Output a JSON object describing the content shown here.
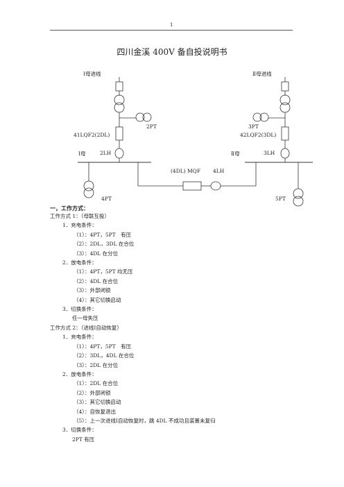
{
  "header": {
    "page_number": "1"
  },
  "title": "四川金溪 400V 备自投说明书",
  "diagram": {
    "incoming_1": "Ⅰ母进线",
    "incoming_2": "Ⅱ母进线",
    "pt_2": "2PT",
    "pt_3": "3PT",
    "breaker_1": "41LQF2(2DL)",
    "breaker_2": "42LQF2(3DL)",
    "bus_1": "Ⅰ母",
    "bus_2": "Ⅱ母",
    "ct_2": "2LH",
    "ct_3": "3LH",
    "tie_breaker": "(4DL) MQF",
    "ct_4": "4LH",
    "pt_4": "4PT",
    "pt_5": "5PT"
  },
  "section_heading": "一，工作方式：",
  "lines": [
    {
      "indent": 0,
      "text": "工作方式 1：（母联互投）"
    },
    {
      "indent": 1,
      "text": "1．充电条件："
    },
    {
      "indent": 2,
      "text": "（1）：4PT，5PT　有压"
    },
    {
      "indent": 2,
      "text": "（2）：2DL，3DL 在合位"
    },
    {
      "indent": 2,
      "text": "（3）：4DL 在分位"
    },
    {
      "indent": 1,
      "text": "2．放电条件："
    },
    {
      "indent": 2,
      "text": "（1）：4PT，5PT 均无压"
    },
    {
      "indent": 2,
      "text": "（2）：4DL 在合位"
    },
    {
      "indent": 2,
      "text": "（3）：外部闭锁"
    },
    {
      "indent": 2,
      "text": "（4）：其它切换启动"
    },
    {
      "indent": 1,
      "text": "3．切换条件："
    },
    {
      "indent": 3,
      "text": "任一母失压"
    },
    {
      "indent": 0,
      "text": "工作方式 2：（进线Ⅰ自动恢复）"
    },
    {
      "indent": 1,
      "text": "1．充电条件："
    },
    {
      "indent": 2,
      "text": "（1）：4PT，5PT　有压"
    },
    {
      "indent": 2,
      "text": "（2）：3DL，4DL 在合位"
    },
    {
      "indent": 2,
      "text": "（3）：2DL 在分位"
    },
    {
      "indent": 1,
      "text": "2．放电条件："
    },
    {
      "indent": 2,
      "text": "（1）：2DL 在合位"
    },
    {
      "indent": 2,
      "text": "（2）：外部闭锁"
    },
    {
      "indent": 2,
      "text": "（3）：其它切换启动"
    },
    {
      "indent": 2,
      "text": "（4）：自恢复退出"
    },
    {
      "indent": 2,
      "text": "（5）：上一次进线Ⅰ自动恢复时，跳 4DL 不成功且装置未复归"
    },
    {
      "indent": 1,
      "text": "3．切换条件："
    },
    {
      "indent": 3,
      "text": "2PT 有压"
    }
  ]
}
